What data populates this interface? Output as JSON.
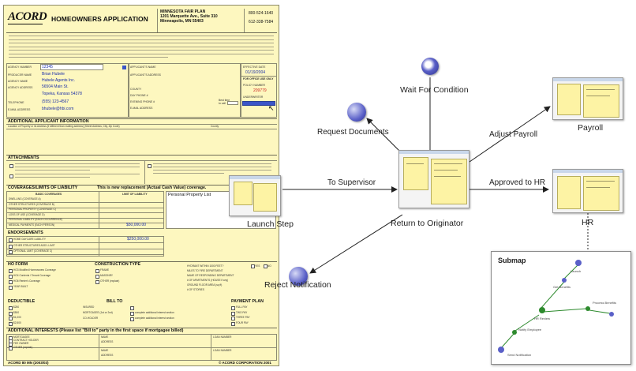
{
  "form": {
    "logo": "ACORD",
    "title": "HOMEOWNERS APPLICATION",
    "plan_name": "MINNESOTA FAIR PLAN",
    "plan_address1": "1201 Marquette Ave., Suite 310",
    "plan_address2": "Minneapolis, MN 55403",
    "phone1": "800-524-1640",
    "phone2": "612-338-7584",
    "agency_number": "12345",
    "producer_name": "Brian Hubele",
    "agency_name": "Hubele Agents Inc.",
    "agency_street": "56504 Main St.",
    "agency_city": "Topeka, Kansas 54378",
    "telephone": "(555) 123-4567",
    "email": "bhubele@hbi.com",
    "date_label": "EFFECTIVE DATE",
    "date": "01/19/2004",
    "office_use": "FOR OFFICE USE ONLY",
    "policy_number": "209779",
    "applicant_name_label": "APPLICANT'S NAME",
    "applicant_address_label": "APPLICANT'S ADDRESS",
    "additional_info": "ADDITIONAL APPLICANT INFORMATION",
    "attachments": "ATTACHMENTS",
    "coverages_heading": "COVERAGES/LIMITS OF LIABILITY",
    "coverages_note": "This is new  replacement (Actual Cash Value) coverage.",
    "basic_coverages": "BASIC COVERAGES",
    "limit_of_liability": "LIMIT OF LIABILITY",
    "coverage_rows": [
      "DWELLING (COVERAGE A)",
      "OTHER STRUCTURES (COVERAGE B)",
      "PERSONAL PROPERTY (COVERAGE C)",
      "LOSS OF USE (COVERAGE D)",
      "PERSONAL LIABILITY (EACH OCCURRENCE)",
      "MEDICAL PAYMENTS (EACH PERSON)"
    ],
    "medical_value": "$50,000.00",
    "personal_property_list": "Personal Property List",
    "endorsements": "ENDORSEMENTS",
    "endorse_rows": [
      "HOME DAYCARE LIABILITY",
      "OTHER STRUCTURES ADD'L LIMIT",
      "OPTIONAL LIMIT (COVERAGE C)"
    ],
    "daycare_value": "$250,000.00",
    "ho_form": "HO FORM",
    "ho_rows": [
      "HO3 Modified Homeowners Coverage",
      "HO4 Contents / Tenant Coverage",
      "HO6 Renter's Coverage",
      "YEAR BUILT"
    ],
    "construction_type": "CONSTRUCTION TYPE",
    "construction_rows": [
      "FRAME",
      "MASONRY",
      "OTHER (explain)"
    ],
    "right_rows": [
      "HYDRANT WITHIN 1000 FEET?",
      "MILES TO FIRE DEPARTMENT",
      "NAME OF RESPONDING DEPARTMENT",
      "# OF APARTMENTS (HOUSE if any)",
      "GROUND FLOOR AREA (sq ft)",
      "# OF STORIES"
    ],
    "yes": "YES",
    "no": "NO",
    "deductible": "DEDUCTIBLE",
    "deductible_rows": [
      "$250",
      "$500",
      "$1,000",
      "$2,500"
    ],
    "bill_to": "BILL TO",
    "bill_rows": [
      "INSURED",
      "MORTGAGEE (1st or 2nd)",
      "CO-HOLDER"
    ],
    "bill_note": "complete additional interest section",
    "payment_plan": "PAYMENT PLAN",
    "payment_rows": [
      "FULL PAY",
      "TWO PAY",
      "THREE PAY",
      "FOUR PAY"
    ],
    "additional_interests": "ADDITIONAL INTERESTS (Please list \"Bill to\" party in the first space if mortgagee billed)",
    "interest_rows": [
      "MORTGAGEE",
      "CONTRACT HOLDER",
      "FEE OWNER",
      "OTHER (explain)"
    ],
    "name_label": "NAME",
    "address_label": "ADDRESS",
    "loan_number": "LOAN NUMBER",
    "footer_left": "ACORD 80 MN (2003/03)",
    "footer_right": "© ACORD CORPORATION 2001"
  },
  "workflow": {
    "nodes": {
      "wait": "Wait For Condition",
      "payroll": "Payroll",
      "hr": "HR",
      "launch": "Launch Step",
      "return": "Return to Originator",
      "reject": "Reject Notification"
    },
    "edges": {
      "request_documents": "Request Documents",
      "to_supervisor": "To Supervisor",
      "adjust_payroll": "Adjust Payroll",
      "approved_to_hr": "Approved to HR"
    },
    "submap": {
      "title": "Submap",
      "labels": [
        "Launch",
        "Get Benefits",
        "HR Review",
        "Process Benefits",
        "Notify Employee",
        "Send Notification"
      ]
    }
  },
  "colors": {
    "form_bg": "#fdf7bf",
    "value_text": "#1a2ea8",
    "node_blue": "#4a4fb8",
    "submap_green": "#2d8a2d",
    "arrow": "#222222"
  }
}
